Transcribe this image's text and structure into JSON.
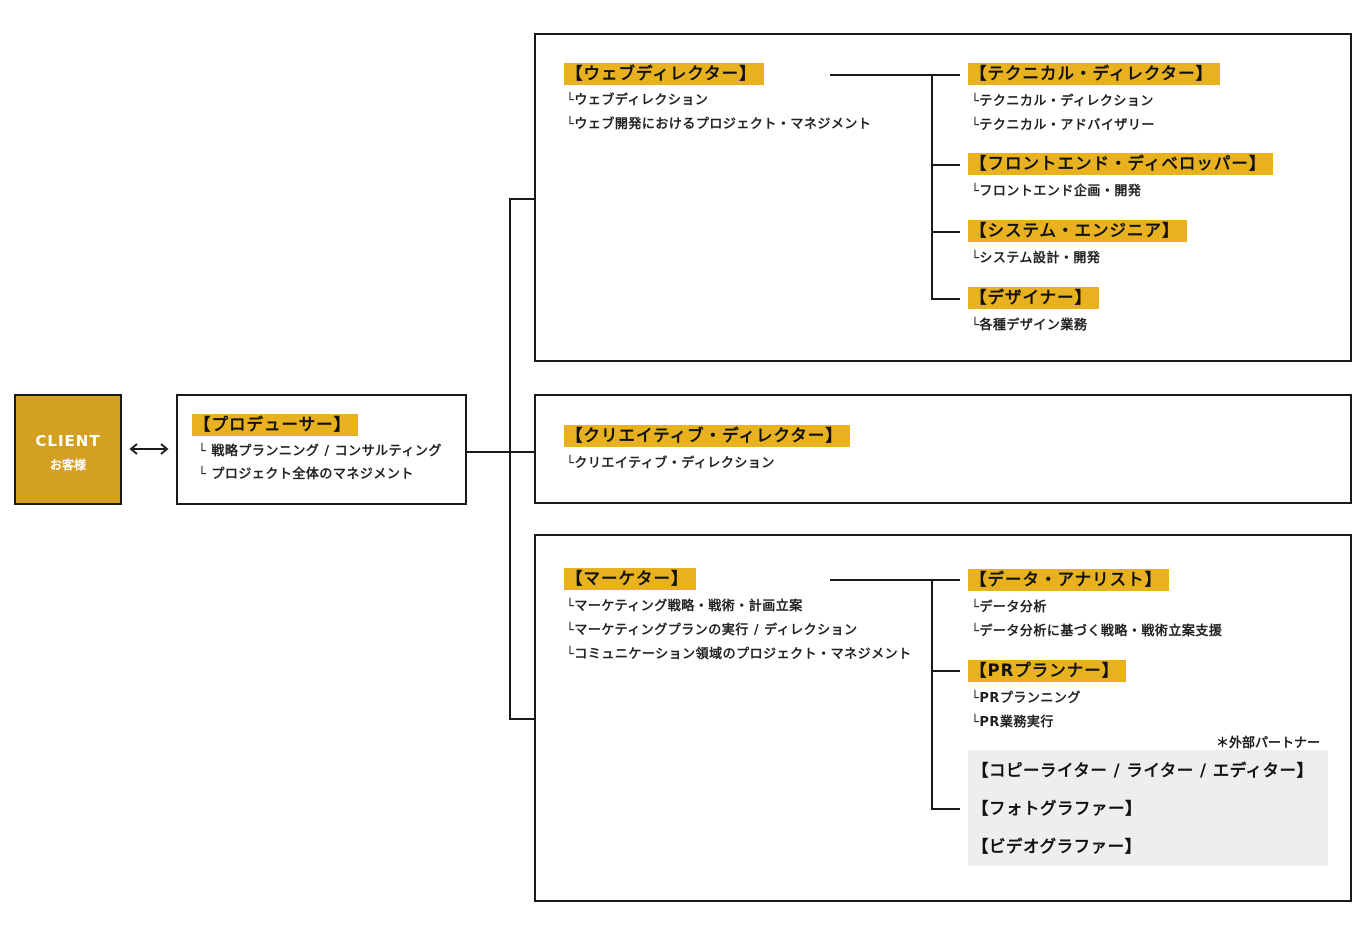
{
  "client": {
    "title": "CLIENT",
    "subtitle": "お客様"
  },
  "producer": {
    "title": "【プロデューサー】",
    "items": [
      "└ 戦略プランニング / コンサルティング",
      "└ プロジェクト全体のマネジメント"
    ]
  },
  "web_director": {
    "title": "【ウェブディレクター】",
    "items": [
      "└ウェブディレクション",
      "└ウェブ開発におけるプロジェクト・マネジメント"
    ]
  },
  "technical_director": {
    "title": "【テクニカル・ディレクター】",
    "items": [
      "└テクニカル・ディレクション",
      "└テクニカル・アドバイザリー"
    ]
  },
  "frontend_developer": {
    "title": "【フロントエンド・ディベロッパー】",
    "items": [
      "└フロントエンド企画・開発"
    ]
  },
  "system_engineer": {
    "title": "【システム・エンジニア】",
    "items": [
      "└システム設計・開発"
    ]
  },
  "designer": {
    "title": "【デザイナー】",
    "items": [
      "└各種デザイン業務"
    ]
  },
  "creative_director": {
    "title": "【クリエイティブ・ディレクター】",
    "items": [
      "└クリエイティブ・ディレクション"
    ]
  },
  "marketer": {
    "title": "【マーケター】",
    "items": [
      "└マーケティング戦略・戦術・計画立案",
      "└マーケティングプランの実行 / ディレクション",
      "└コミュニケーション領域のプロジェクト・マネジメント"
    ]
  },
  "data_analyst": {
    "title": "【データ・アナリスト】",
    "items": [
      "└データ分析",
      "└データ分析に基づく戦略・戦術立案支援"
    ]
  },
  "pr_planner": {
    "title": "【PRプランナー】",
    "items": [
      "└PRプランニング",
      "└PR業務実行"
    ]
  },
  "external_partners": {
    "note": "＊外部パートナー",
    "items": [
      "【コピーライター / ライター / エディター】",
      "【フォトグラファー】",
      "【ビデオグラファー】"
    ]
  },
  "colors": {
    "accent": "#e7b120",
    "client_fill": "#d4a020",
    "line": "#1a1a1a",
    "partner_bg": "#eeeeee"
  }
}
